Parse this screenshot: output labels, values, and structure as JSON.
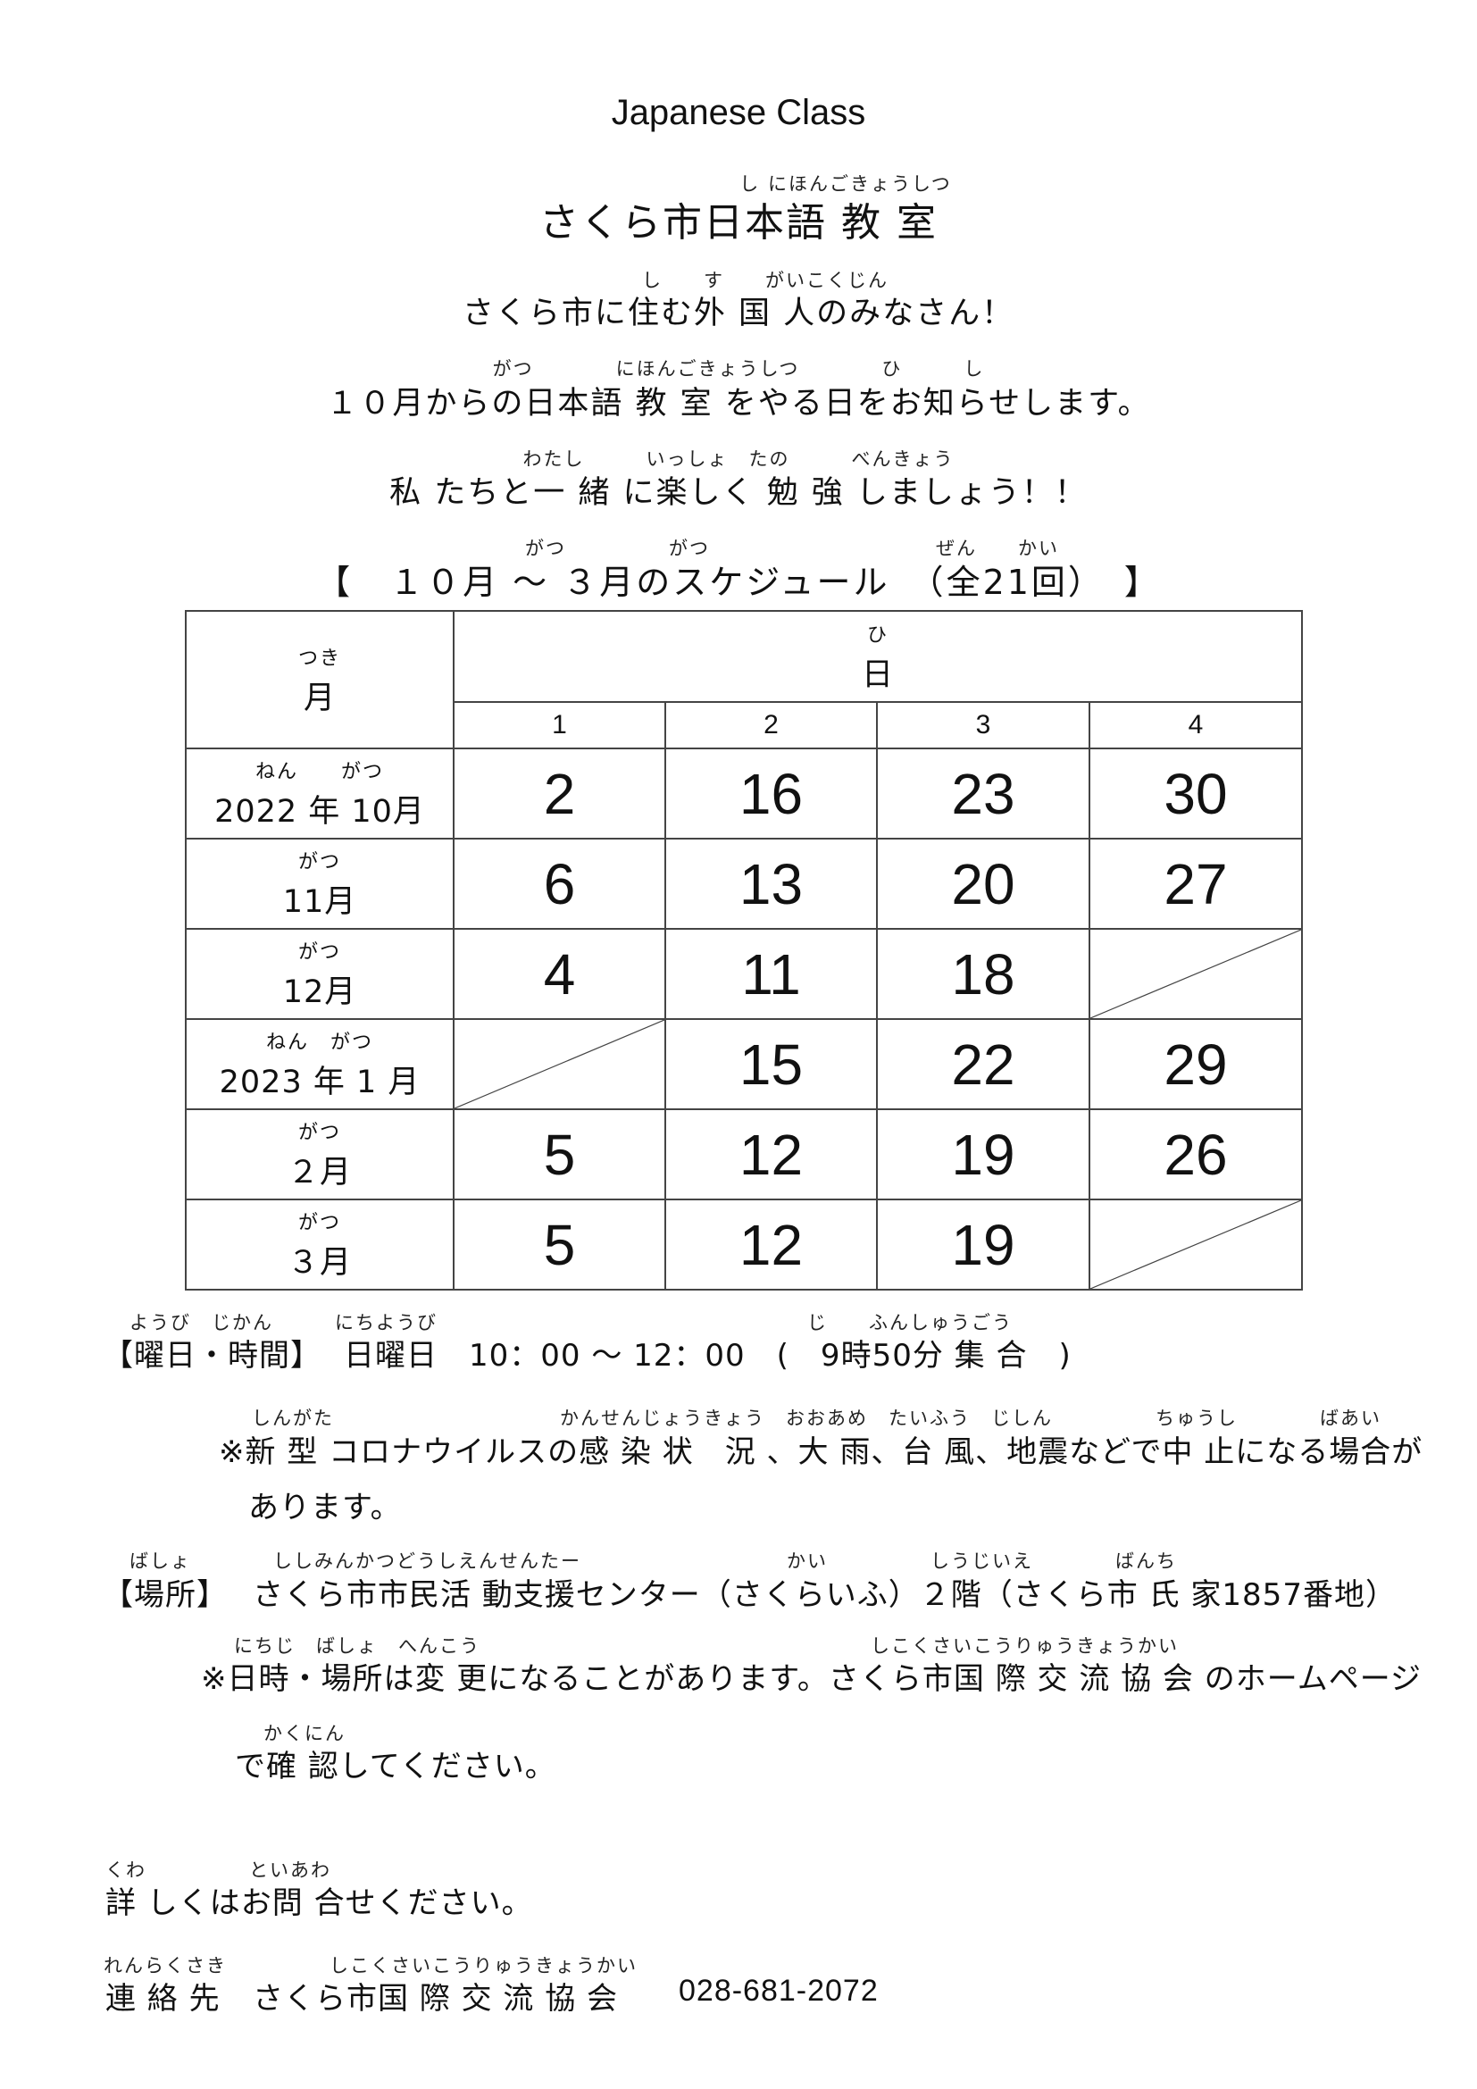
{
  "title_en": "Japanese Class",
  "title_ruby": "し にほんごきょうしつ",
  "title_jp": "さくら市日本語 教 室",
  "intro_lines": [
    {
      "ruby": "し　　す　　がいこくじん",
      "text": "さくら市に住む外 国 人のみなさん！"
    },
    {
      "ruby": "がつ　　　　にほんごきょうしつ　　　　ひ　　　し",
      "text": "１０月からの日本語 教 室 をやる日をお知らせします。"
    },
    {
      "ruby": "わたし　　　いっしょ　たの　　　べんきょう",
      "text": "私 たちと一 緒 に楽しく 勉 強 しましょう！！"
    }
  ],
  "schedule_heading": {
    "ruby": "がつ　　　　　がつ　　　　　　　　　　　ぜん　　かい",
    "text": "【　１０月 ～ ３月のスケジュール　（全21回）　】"
  },
  "table": {
    "month_header_ruby": "つき",
    "month_header": "月",
    "day_header_ruby": "ひ",
    "day_header": "日",
    "columns": [
      "1",
      "2",
      "3",
      "4"
    ],
    "rows": [
      {
        "ruby": "ねん　　がつ",
        "label": "2022 年 10月",
        "days": [
          "2",
          "16",
          "23",
          "30"
        ]
      },
      {
        "ruby": "がつ",
        "label": "11月",
        "days": [
          "6",
          "13",
          "20",
          "27"
        ]
      },
      {
        "ruby": "がつ",
        "label": "12月",
        "days": [
          "4",
          "11",
          "18",
          ""
        ]
      },
      {
        "ruby": "ねん　がつ",
        "label": "2023 年 1 月",
        "days": [
          "",
          "15",
          "22",
          "29"
        ]
      },
      {
        "ruby": "がつ",
        "label": "２月",
        "days": [
          "5",
          "12",
          "19",
          "26"
        ]
      },
      {
        "ruby": "がつ",
        "label": "３月",
        "days": [
          "5",
          "12",
          "19",
          ""
        ]
      }
    ]
  },
  "time_section": {
    "ruby": "ようび　じかん　　　にちようび　　　　　　　　　　　　　　　　　　じ　　ふんしゅうごう",
    "label": "【曜日・時間】",
    "text": "日曜日　10：00 ～ 12：00　(　9時50分 集 合　)"
  },
  "note1": {
    "ruby": "しんがた　　　　　　　　　　　かんせんじょうきょう　おおあめ　たいふう　じしん　　　　　ちゅうし　　　　ばあい",
    "line1": "※新 型 コロナウイルスの感 染 状　況 、大 雨、台 風、地震などで中 止になる場合が",
    "line2": "あります。"
  },
  "place_section": {
    "ruby": "ばしょ　　　　ししみんかつどうしえんせんたー　　　　　　　　　　かい　　　　　しうじいえ　　　　ばんち",
    "label": "【場所】",
    "text": "さくら市市民活 動支援センター（さくらいふ）２階（さくら市 氏 家1857番地）"
  },
  "note2": {
    "ruby": "にちじ　ばしょ　へんこう　　　　　　　　　　　　　　　　　　　しこくさいこうりゅうきょうかい",
    "line1": "※日時・場所は変 更になることがあります。さくら市国 際 交 流 協 会 のホームページ",
    "ruby2": "かくにん",
    "line2": "で確 認してください。"
  },
  "inquiry": {
    "ruby": "くわ　　　　　といあわ",
    "text": "詳 しくはお問 合せください。"
  },
  "contact": {
    "ruby": "れんらくさき　　　　　しこくさいこうりゅうきょうかい",
    "label": "連 絡 先",
    "org": "さくら市国 際 交 流 協 会",
    "phone": "028-681-2072"
  }
}
